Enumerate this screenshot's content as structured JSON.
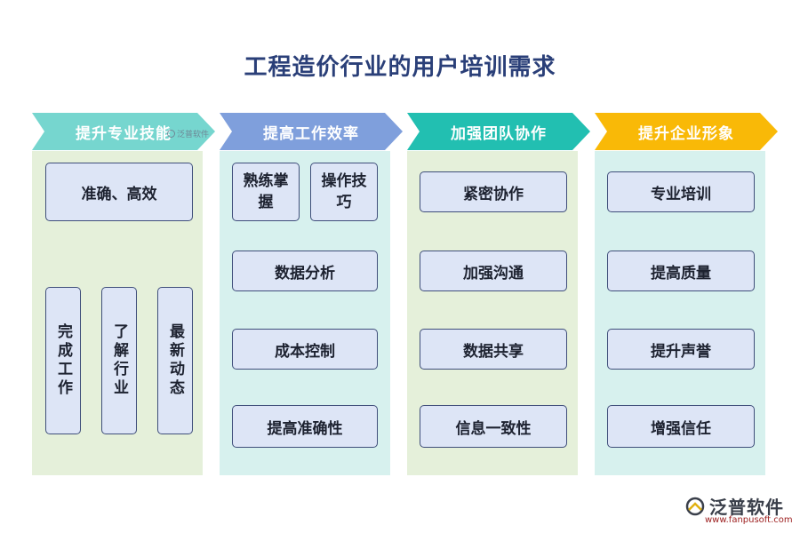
{
  "title": "工程造价行业的用户培训需求",
  "colors": {
    "title": "#2a3f78",
    "box_fill": "#dde5f6",
    "box_border": "#3f4e7a"
  },
  "columns": [
    {
      "header": "提升专业技能",
      "header_color": "#76d6cf",
      "bg_color": "#e5f0da",
      "items": [
        "准确、高效",
        "完成工作",
        "了解行业",
        "最新动态"
      ]
    },
    {
      "header": "提高工作效率",
      "header_color": "#7f9fdc",
      "bg_color": "#d7f1ee",
      "items": [
        "熟练掌握",
        "操作技巧",
        "数据分析",
        "成本控制",
        "提高准确性"
      ]
    },
    {
      "header": "加强团队协作",
      "header_color": "#22bfb1",
      "bg_color": "#e5f0da",
      "items": [
        "紧密协作",
        "加强沟通",
        "数据共享",
        "信息一致性"
      ]
    },
    {
      "header": "提升企业形象",
      "header_color": "#f9b907",
      "bg_color": "#d7f1ee",
      "items": [
        "专业培训",
        "提高质量",
        "提升声誉",
        "增强信任"
      ]
    }
  ],
  "watermark": {
    "mini": "泛普软件",
    "name": "泛普软件",
    "url": "www.fanpusoft.com",
    "icon": "fanpu-logo-icon"
  }
}
